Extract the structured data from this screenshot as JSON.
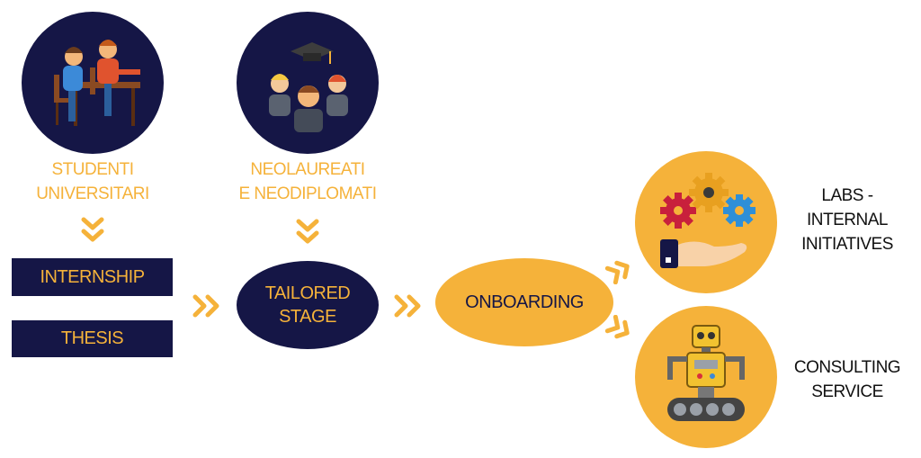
{
  "students": {
    "label_line1": "STUDENTI",
    "label_line2": "UNIVERSITARI",
    "icon": "students-at-desk-icon"
  },
  "graduates": {
    "label_line1": "NEOLAUREATI",
    "label_line2": "E NEODIPLOMATI",
    "icon": "graduates-group-icon"
  },
  "boxes": {
    "internship": "INTERNSHIP",
    "thesis": "THESIS"
  },
  "tailored": {
    "line1": "TAILORED",
    "line2": "STAGE"
  },
  "onboarding": "ONBOARDING",
  "labs": {
    "line1": "LABS -",
    "line2": "INTERNAL",
    "line3": "INITIATIVES",
    "icon": "gears-hand-icon"
  },
  "consulting": {
    "line1": "CONSULTING",
    "line2": "SERVICE",
    "icon": "robot-icon"
  },
  "colors": {
    "navy": "#151646",
    "gold": "#f5b23a",
    "text_dark": "#111111"
  }
}
